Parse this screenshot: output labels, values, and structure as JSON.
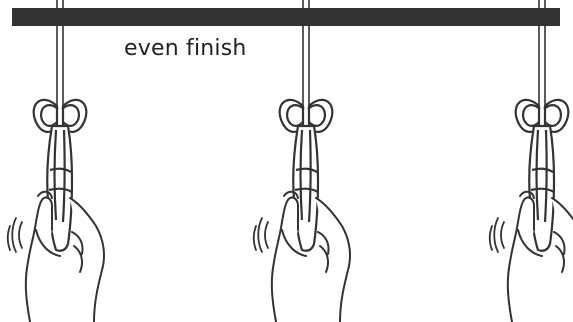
{
  "caption": "even finish",
  "colors": {
    "bar": "#333333",
    "line": "#333333",
    "shade": "#d9d9d9",
    "background": "#ffffff"
  },
  "steps": [
    {
      "name": "step-1",
      "icons": [
        "rope-icon",
        "knot-icon",
        "hand-icon",
        "vibration-icon"
      ]
    },
    {
      "name": "step-2",
      "icons": [
        "rope-icon",
        "knot-icon",
        "hand-icon",
        "vibration-icon"
      ]
    },
    {
      "name": "step-3",
      "icons": [
        "rope-icon",
        "knot-icon",
        "hand-icon",
        "vibration-icon"
      ]
    }
  ]
}
